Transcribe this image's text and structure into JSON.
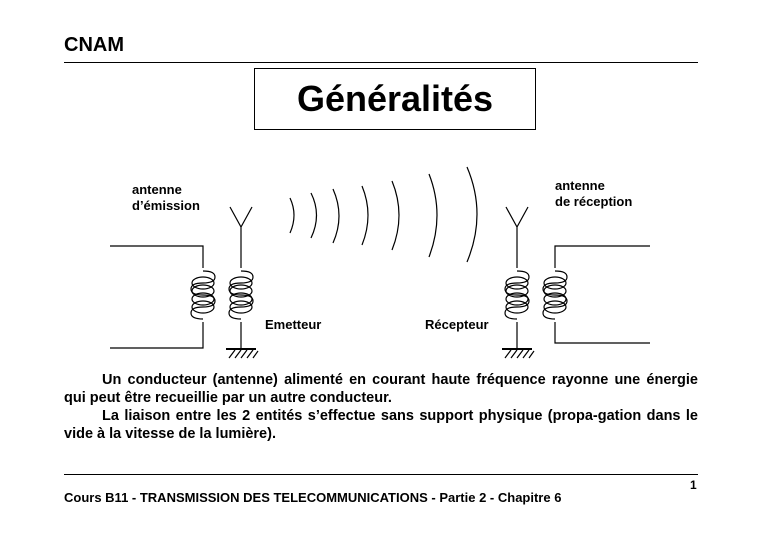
{
  "header": {
    "label": "CNAM"
  },
  "title": "Généralités",
  "diagram": {
    "tx_antenna_label": [
      "antenne",
      "d’émission"
    ],
    "rx_antenna_label": [
      "antenne",
      "de réception"
    ],
    "emitter_label": "Emetteur",
    "receiver_label": "Récepteur"
  },
  "body": {
    "paragraphs": [
      "Un conducteur (antenne) alimenté en courant haute fréquence rayonne une énergie qui peut être recueillie par un autre conducteur.",
      "La liaison entre les 2 entités s’effectue sans support physique (propa-gation dans le vide à la vitesse de la lumière)."
    ]
  },
  "footer": {
    "course": "Cours B11 - TRANSMISSION DES TELECOMMUNICATIONS - Partie 2 - Chapitre 6",
    "page": "1"
  }
}
